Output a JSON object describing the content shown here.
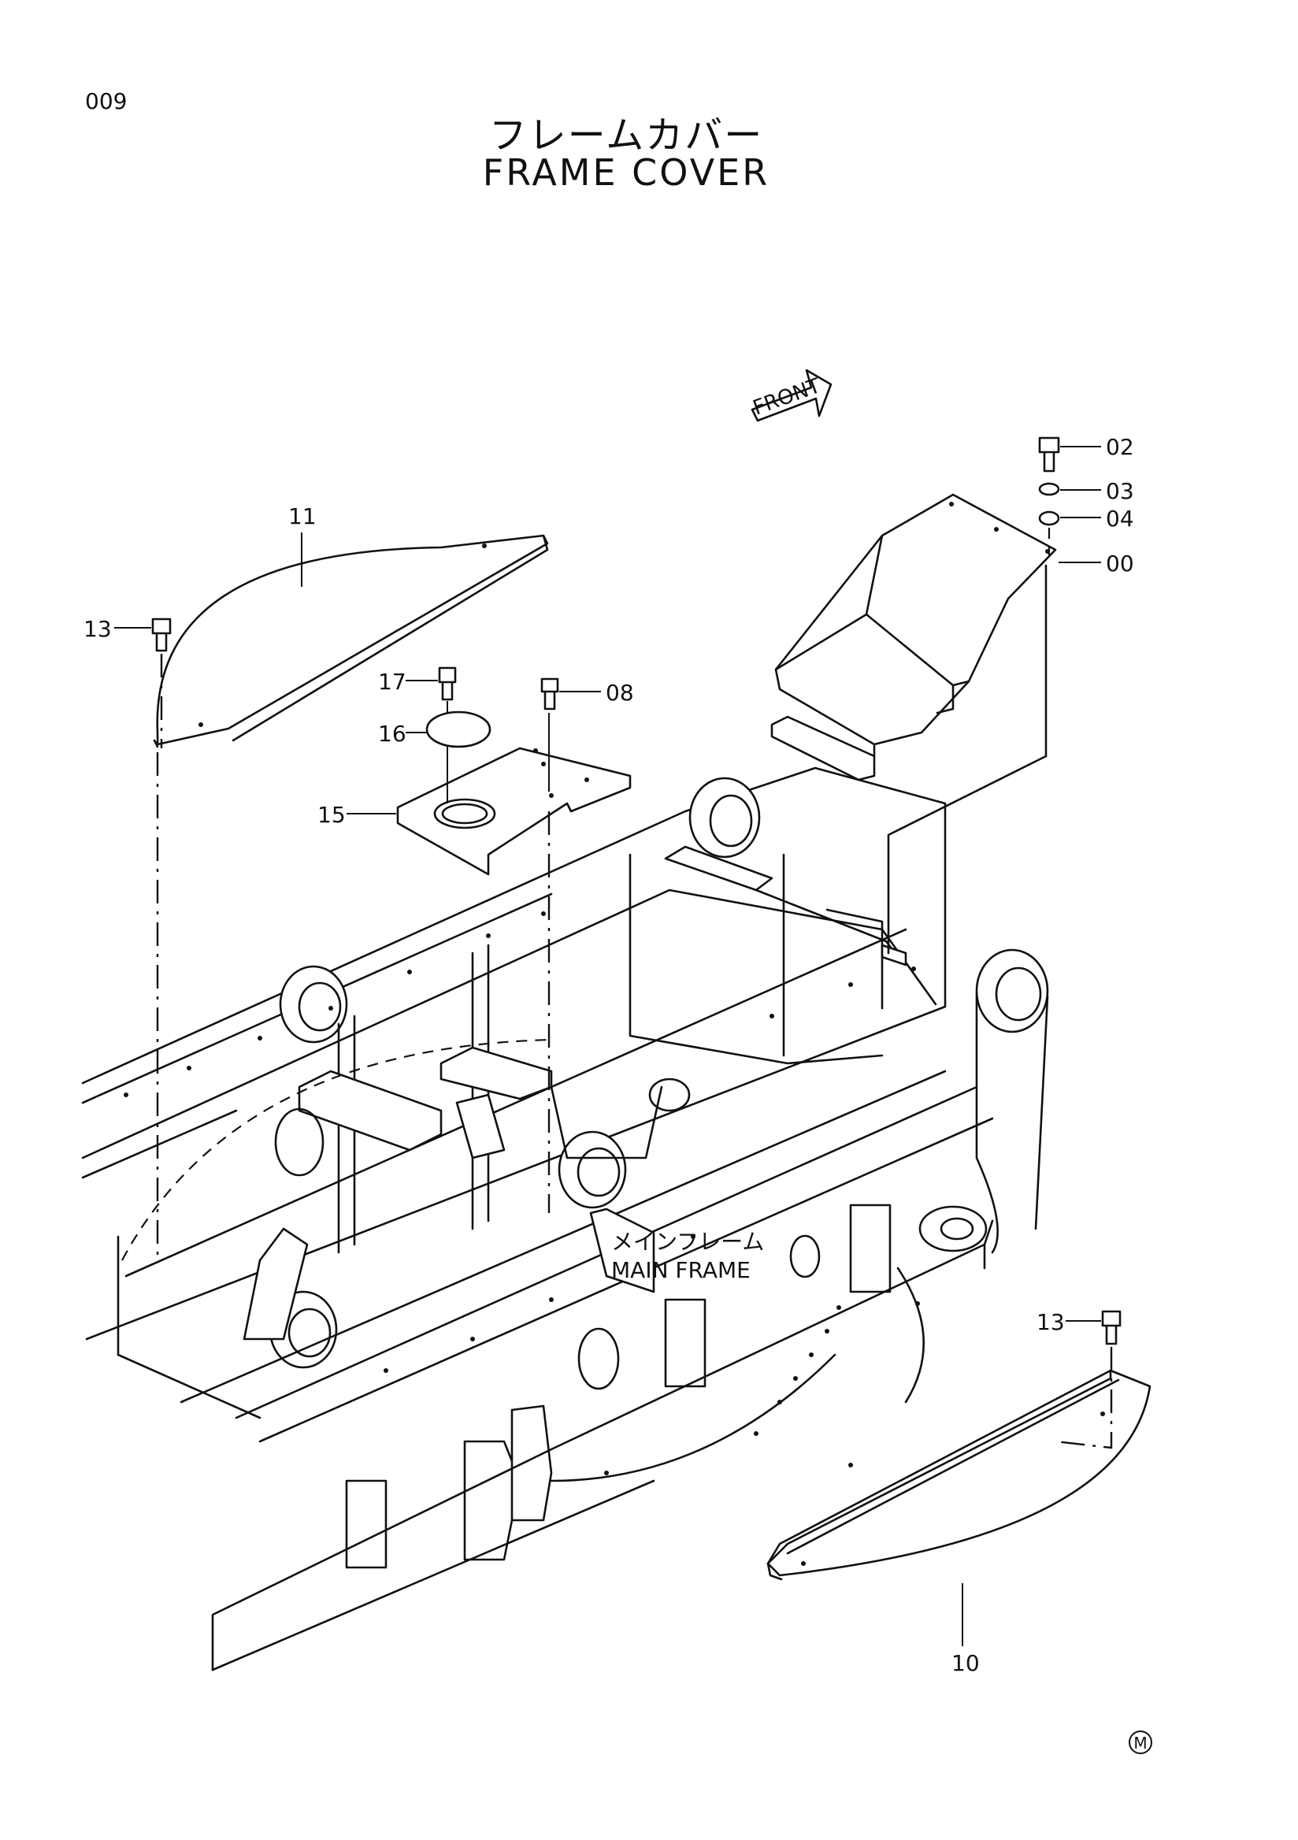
{
  "page_number": "009",
  "title_jp": "フレームカバー",
  "title_en": "FRAME COVER",
  "front_arrow_label": "FRONT",
  "main_frame_label_jp": "メインフレーム",
  "main_frame_label_en": "MAIN FRAME",
  "mark": "M",
  "callouts": [
    {
      "id": "c02",
      "num": "02"
    },
    {
      "id": "c03",
      "num": "03"
    },
    {
      "id": "c04",
      "num": "04"
    },
    {
      "id": "c00",
      "num": "00"
    },
    {
      "id": "c11",
      "num": "11"
    },
    {
      "id": "c13a",
      "num": "13"
    },
    {
      "id": "c17",
      "num": "17"
    },
    {
      "id": "c08",
      "num": "08"
    },
    {
      "id": "c16",
      "num": "16"
    },
    {
      "id": "c15",
      "num": "15"
    },
    {
      "id": "c13b",
      "num": "13"
    },
    {
      "id": "c10",
      "num": "10"
    }
  ]
}
